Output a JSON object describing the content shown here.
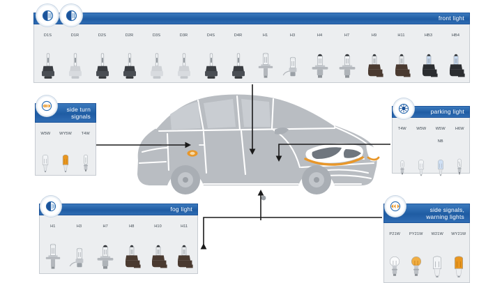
{
  "page": {
    "background": "#ffffff",
    "accent_blue": "#1f5ca3",
    "car_gray": "#b9bdc2",
    "amber": "#e8972a"
  },
  "panels": {
    "front_light": {
      "title": "front light",
      "icon": "headlight-icon",
      "icon_2": "headlight-icon",
      "bulbs": [
        {
          "label": "D1S",
          "type": "hid",
          "tint": "clear",
          "base": "dark"
        },
        {
          "label": "D1R",
          "type": "hid",
          "tint": "clear",
          "base": "light"
        },
        {
          "label": "D2S",
          "type": "hid",
          "tint": "clear",
          "base": "dark"
        },
        {
          "label": "D2R",
          "type": "hid",
          "tint": "clear",
          "base": "dark"
        },
        {
          "label": "D3S",
          "type": "hid",
          "tint": "clear",
          "base": "light"
        },
        {
          "label": "D3R",
          "type": "hid",
          "tint": "clear",
          "base": "light"
        },
        {
          "label": "D4S",
          "type": "hid",
          "tint": "clear",
          "base": "dark"
        },
        {
          "label": "D4R",
          "type": "hid",
          "tint": "clear",
          "base": "dark"
        },
        {
          "label": "H1",
          "type": "halogen-pin",
          "tint": "clear",
          "base": "metal"
        },
        {
          "label": "H3",
          "type": "halogen-wire",
          "tint": "clear",
          "base": "metal"
        },
        {
          "label": "H4",
          "type": "halogen-cap",
          "tint": "clear",
          "base": "metal"
        },
        {
          "label": "H7",
          "type": "halogen-cap",
          "tint": "clear",
          "base": "metal"
        },
        {
          "label": "H9",
          "type": "halogen-plastic",
          "tint": "clear",
          "base": "brown"
        },
        {
          "label": "H11",
          "type": "halogen-plastic",
          "tint": "clear",
          "base": "brown"
        },
        {
          "label": "HB3",
          "type": "halogen-plastic",
          "tint": "blue",
          "base": "black"
        },
        {
          "label": "HB4",
          "type": "halogen-plastic",
          "tint": "blue",
          "base": "black"
        }
      ]
    },
    "side_turn_signals": {
      "title": "side turn\nsignals",
      "icon": "side-repeater-icon",
      "bulbs": [
        {
          "label": "W5W",
          "type": "wedge-small",
          "tint": "clear"
        },
        {
          "label": "WY5W",
          "type": "wedge-small",
          "tint": "amber"
        },
        {
          "label": "T4W",
          "type": "tube-ba9s",
          "tint": "clear"
        }
      ]
    },
    "parking_light": {
      "title": "parking light",
      "icon": "parking-light-icon",
      "bulbs": [
        {
          "label": "T4W",
          "type": "mini-ba9s",
          "tint": "clear"
        },
        {
          "label": "W5W",
          "type": "wedge-small",
          "tint": "clear"
        },
        {
          "label": "W5W\nNB",
          "type": "wedge-small",
          "tint": "blue"
        },
        {
          "label": "H6W",
          "type": "mini-bax9s",
          "tint": "clear"
        }
      ]
    },
    "fog_light": {
      "title": "fog light",
      "icon": "fog-light-icon",
      "bulbs": [
        {
          "label": "H1",
          "type": "halogen-pin",
          "tint": "clear",
          "base": "metal"
        },
        {
          "label": "H3",
          "type": "halogen-wire",
          "tint": "clear",
          "base": "metal"
        },
        {
          "label": "H7",
          "type": "halogen-cap",
          "tint": "clear",
          "base": "metal"
        },
        {
          "label": "H8",
          "type": "halogen-plastic",
          "tint": "clear",
          "base": "brown"
        },
        {
          "label": "H10",
          "type": "halogen-plastic",
          "tint": "clear",
          "base": "brown"
        },
        {
          "label": "H11",
          "type": "halogen-plastic",
          "tint": "clear",
          "base": "brown"
        }
      ]
    },
    "side_signals_warning": {
      "title": "side signals,\nwarning lights",
      "icon": "turn-signal-icon",
      "bulbs": [
        {
          "label": "P21W",
          "type": "ba15s",
          "tint": "clear"
        },
        {
          "label": "PY21W",
          "type": "ba15s",
          "tint": "amber"
        },
        {
          "label": "W21W",
          "type": "wedge-large",
          "tint": "clear"
        },
        {
          "label": "WY21W",
          "type": "wedge-large",
          "tint": "amber"
        }
      ]
    }
  },
  "car": {
    "name": "sedan-three-quarter-view",
    "highlights": [
      "headlamp-amber",
      "side-repeater-amber",
      "front-corner-amber"
    ]
  }
}
